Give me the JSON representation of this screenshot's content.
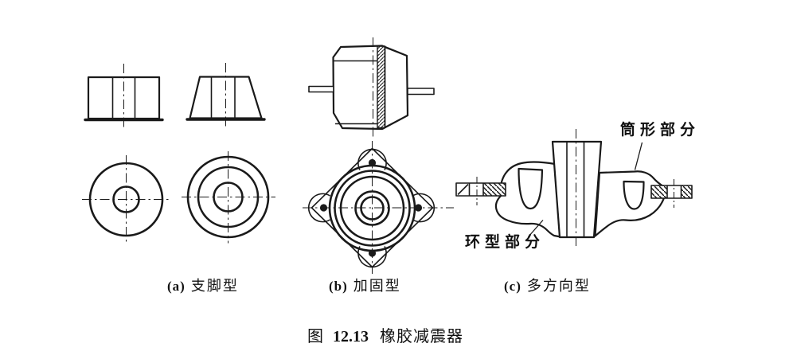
{
  "figure": {
    "background": "#ffffff",
    "ink_color": "#1a1a1a",
    "caption": {
      "prefix": "图",
      "number": "12.13",
      "title": "橡胶减震器"
    },
    "panels": [
      {
        "tag": "(a)",
        "label": "支脚型"
      },
      {
        "tag": "(b)",
        "label": "加固型"
      },
      {
        "tag": "(c)",
        "label": "多方向型"
      }
    ],
    "annotations": {
      "cylindrical_part": "筒形部分",
      "ring_part": "环型部分"
    }
  }
}
